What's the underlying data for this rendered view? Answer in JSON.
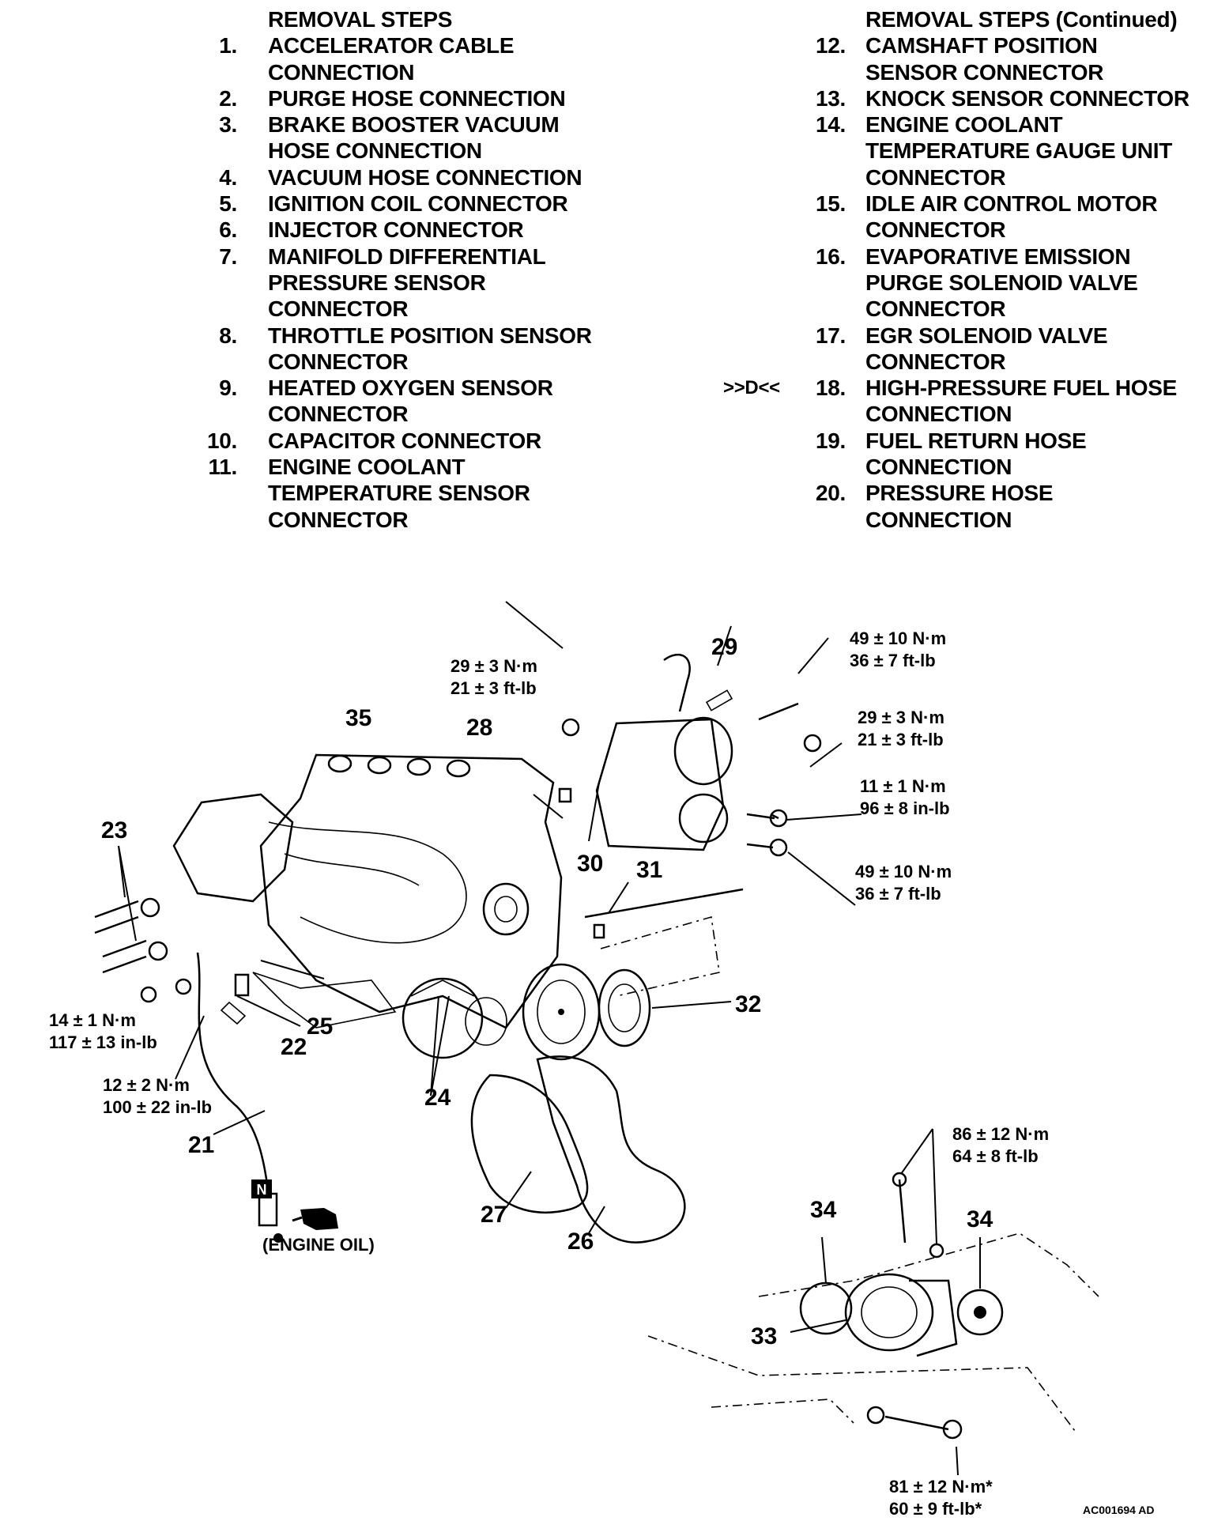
{
  "removal_steps": {
    "heading": "REMOVAL STEPS",
    "steps": [
      {
        "num": "1.",
        "lines": [
          "ACCELERATOR CABLE",
          "CONNECTION"
        ]
      },
      {
        "num": "2.",
        "lines": [
          "PURGE HOSE CONNECTION"
        ]
      },
      {
        "num": "3.",
        "lines": [
          "BRAKE BOOSTER VACUUM",
          "HOSE CONNECTION"
        ]
      },
      {
        "num": "4.",
        "lines": [
          "VACUUM HOSE CONNECTION"
        ]
      },
      {
        "num": "5.",
        "lines": [
          "IGNITION COIL CONNECTOR"
        ]
      },
      {
        "num": "6.",
        "lines": [
          "INJECTOR CONNECTOR"
        ]
      },
      {
        "num": "7.",
        "lines": [
          "MANIFOLD DIFFERENTIAL",
          "PRESSURE SENSOR",
          "CONNECTOR"
        ]
      },
      {
        "num": "8.",
        "lines": [
          "THROTTLE POSITION SENSOR",
          "CONNECTOR"
        ]
      },
      {
        "num": "9.",
        "lines": [
          "HEATED OXYGEN SENSOR",
          "CONNECTOR"
        ]
      },
      {
        "num": "10.",
        "lines": [
          "CAPACITOR CONNECTOR"
        ]
      },
      {
        "num": "11.",
        "lines": [
          "ENGINE COOLANT",
          "TEMPERATURE SENSOR",
          "CONNECTOR"
        ]
      }
    ]
  },
  "removal_steps_continued": {
    "heading": "REMOVAL STEPS (Continued)",
    "steps": [
      {
        "num": "12.",
        "lines": [
          "CAMSHAFT POSITION",
          "SENSOR CONNECTOR"
        ]
      },
      {
        "num": "13.",
        "lines": [
          "KNOCK SENSOR CONNECTOR"
        ]
      },
      {
        "num": "14.",
        "lines": [
          "ENGINE COOLANT",
          "TEMPERATURE GAUGE UNIT",
          "CONNECTOR"
        ]
      },
      {
        "num": "15.",
        "lines": [
          "IDLE AIR CONTROL MOTOR",
          "CONNECTOR"
        ]
      },
      {
        "num": "16.",
        "lines": [
          "EVAPORATIVE EMISSION",
          "PURGE SOLENOID VALVE",
          "CONNECTOR"
        ]
      },
      {
        "num": "17.",
        "lines": [
          "EGR SOLENOID VALVE",
          "CONNECTOR"
        ]
      },
      {
        "num": "18.",
        "lines": [
          "HIGH-PRESSURE FUEL HOSE",
          "CONNECTION"
        ],
        "marker": ">>D<<"
      },
      {
        "num": "19.",
        "lines": [
          "FUEL RETURN HOSE",
          "CONNECTION"
        ]
      },
      {
        "num": "20.",
        "lines": [
          "PRESSURE HOSE",
          "CONNECTION"
        ]
      }
    ]
  },
  "diagram": {
    "callouts": {
      "c21": "21",
      "c22": "22",
      "c23": "23",
      "c24": "24",
      "c25": "25",
      "c26": "26",
      "c27": "27",
      "c28": "28",
      "c29": "29",
      "c30": "30",
      "c31": "31",
      "c32": "32",
      "c33": "33",
      "c34a": "34",
      "c34b": "34",
      "c35": "35"
    },
    "torques": {
      "t_29_3": [
        "29 ± 3 N·m",
        "21 ± 3 ft-lb"
      ],
      "t_49_10_top": [
        "49 ± 10 N·m",
        "36 ± 7 ft-lb"
      ],
      "t_29_3_right": [
        "29 ± 3 N·m",
        "21 ± 3 ft-lb"
      ],
      "t_11_1": [
        "11 ± 1 N·m",
        "96 ± 8 in-lb"
      ],
      "t_49_10_bot": [
        "49 ± 10 N·m",
        "36 ± 7 ft-lb"
      ],
      "t_14_1": [
        "14 ± 1 N·m",
        "117 ± 13 in-lb"
      ],
      "t_12_2": [
        "12 ± 2 N·m",
        "100 ± 22 in-lb"
      ],
      "t_86_12": [
        "86 ± 12 N·m",
        "64 ± 8 ft-lb"
      ],
      "t_81_12": [
        "81 ± 12 N·m*",
        "60 ± 9 ft-lb*"
      ]
    },
    "engine_oil": "(ENGINE OIL)",
    "n_mark": "N",
    "figure_id": "AC001694 AD"
  }
}
